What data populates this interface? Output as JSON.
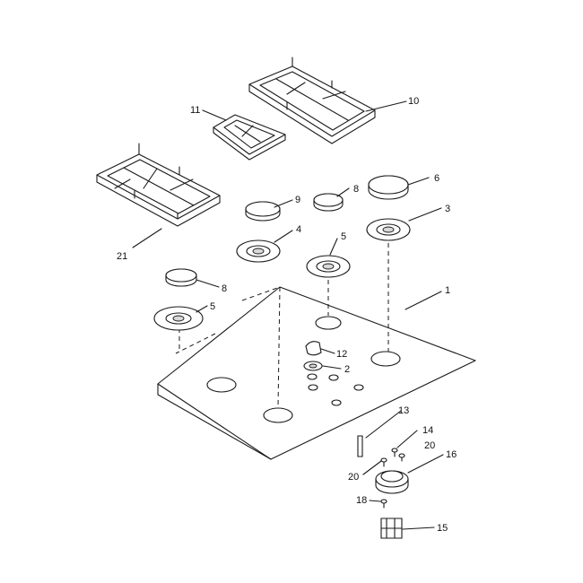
{
  "callouts": {
    "c1": "1",
    "c2": "2",
    "c3": "3",
    "c4": "4",
    "c5a": "5",
    "c5b": "5",
    "c6": "6",
    "c8a": "8",
    "c8b": "8",
    "c9": "9",
    "c10": "10",
    "c11": "11",
    "c12": "12",
    "c13": "13",
    "c14": "14",
    "c15": "15",
    "c16": "16",
    "c18": "18",
    "c20a": "20",
    "c20b": "20",
    "c21": "21"
  }
}
